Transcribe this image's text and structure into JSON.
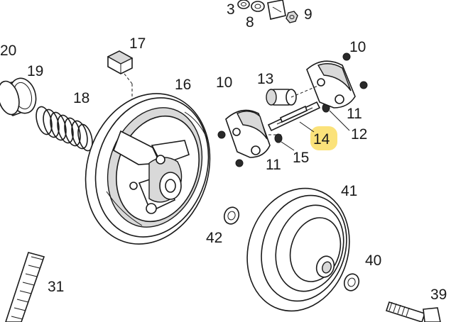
{
  "diagram": {
    "callouts": [
      {
        "id": "3",
        "text": "3"
      },
      {
        "id": "8",
        "text": "8"
      },
      {
        "id": "9",
        "text": "9"
      },
      {
        "id": "20",
        "text": "20"
      },
      {
        "id": "19",
        "text": "19"
      },
      {
        "id": "17",
        "text": "17"
      },
      {
        "id": "10a",
        "text": "10"
      },
      {
        "id": "10b",
        "text": "10"
      },
      {
        "id": "13",
        "text": "13"
      },
      {
        "id": "16",
        "text": "16"
      },
      {
        "id": "18",
        "text": "18"
      },
      {
        "id": "11a",
        "text": "11"
      },
      {
        "id": "12",
        "text": "12"
      },
      {
        "id": "14",
        "text": "14"
      },
      {
        "id": "15",
        "text": "15"
      },
      {
        "id": "11b",
        "text": "11"
      },
      {
        "id": "41",
        "text": "41"
      },
      {
        "id": "42",
        "text": "42"
      },
      {
        "id": "40",
        "text": "40"
      },
      {
        "id": "31",
        "text": "31"
      },
      {
        "id": "39",
        "text": "39"
      }
    ],
    "highlighted_callout": "14",
    "highlight_color": "#fbe27a"
  }
}
